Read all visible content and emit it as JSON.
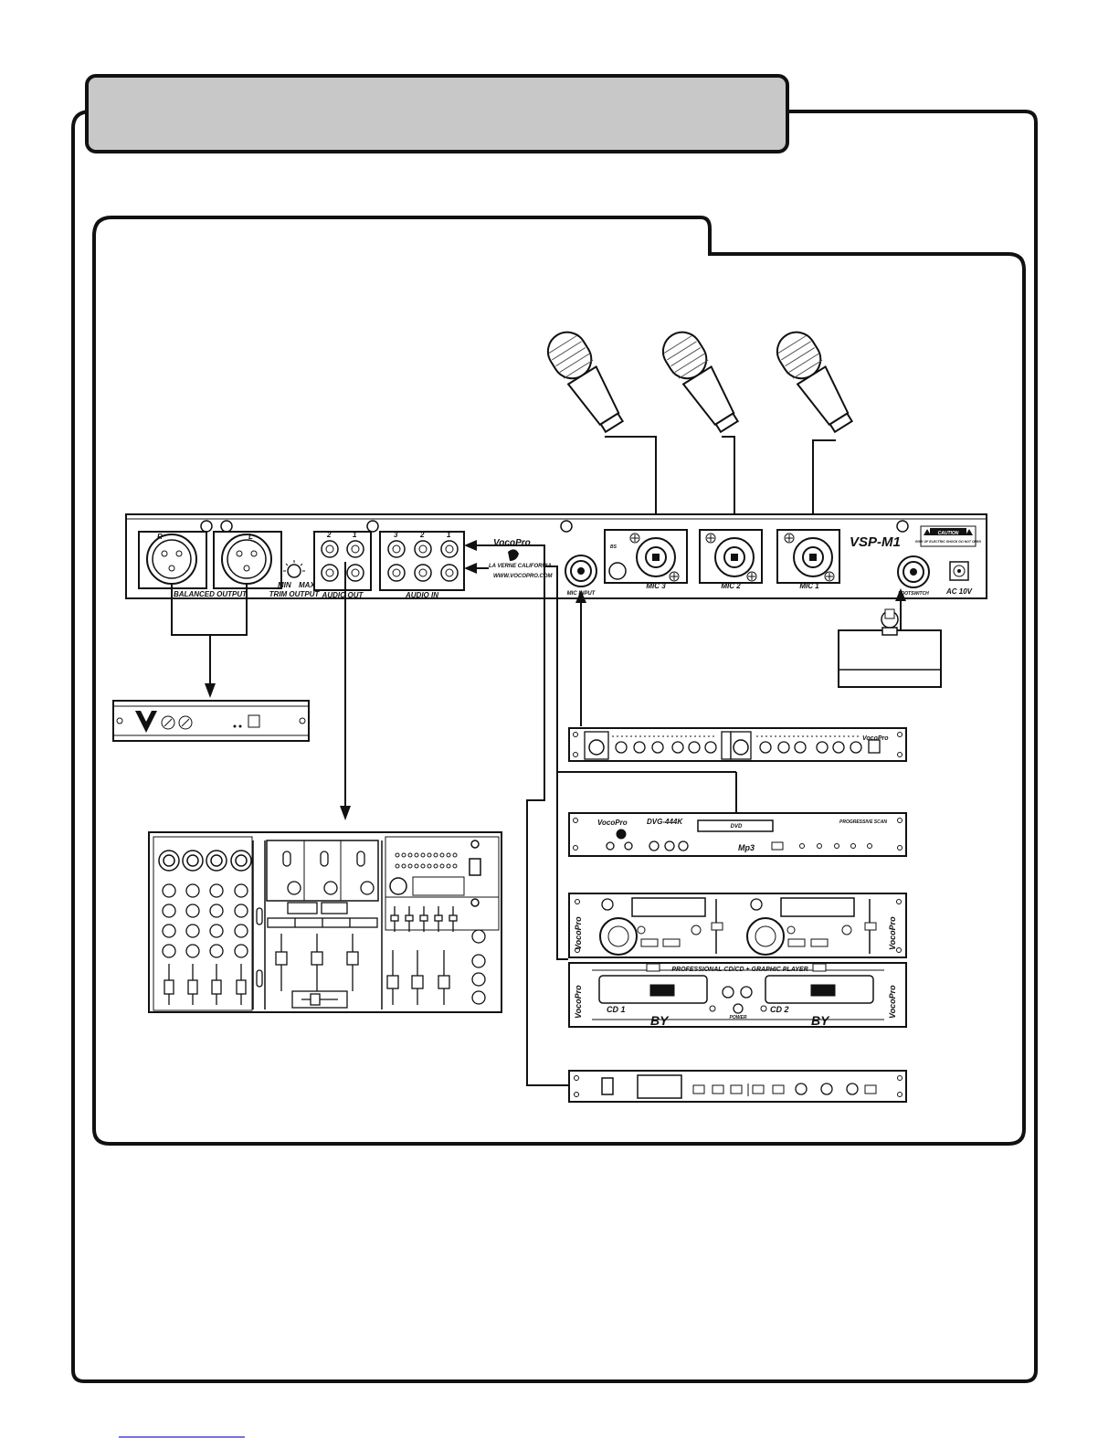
{
  "header": {
    "title": ""
  },
  "rear_panel": {
    "model": "VSP-M1",
    "balanced_output": "BALANCED OUTPUT",
    "ch_r": "R",
    "ch_l": "L",
    "trim_output": "TRIM OUTPUT",
    "trim_min": "MIN",
    "trim_max": "MAX",
    "audio_out": "AUDIO OUT",
    "audio_in": "AUDIO IN",
    "audio_out_nums": [
      "2",
      "1"
    ],
    "audio_in_nums": [
      "3",
      "2",
      "1"
    ],
    "brand": "VocoPro",
    "location": "LA VERNE CALIFORNIA",
    "website": "WWW.VOCOPRO.COM",
    "mic_input": "MIC INPUT",
    "mic3": "MIC 3",
    "mic2": "MIC 2",
    "mic1": "MIC 1",
    "footswitch": "FOOTSWITCH",
    "ac": "AC 10V",
    "caution": "CAUTION",
    "caution_text": "RISK OF ELECTRIC SHOCK DO NOT OPEN"
  },
  "devices": {
    "dvd_model": "DVG-444K",
    "dvd_brand": "VocoPro",
    "dvd_logo": "DVD",
    "dvd_scan": "PROGRESSIVE SCAN",
    "dvd_mp3": "Mp3",
    "cd_title": "PROFESSIONAL CD/CD + GRAPHIC PLAYER",
    "cd1": "CD 1",
    "cd2": "CD 2",
    "power": "POWER",
    "by": "BY",
    "eq_brand": "VocoPro",
    "side_brand": "VocoPro"
  },
  "colors": {
    "panel_gray": "#c8c8c8",
    "line": "#111111"
  }
}
